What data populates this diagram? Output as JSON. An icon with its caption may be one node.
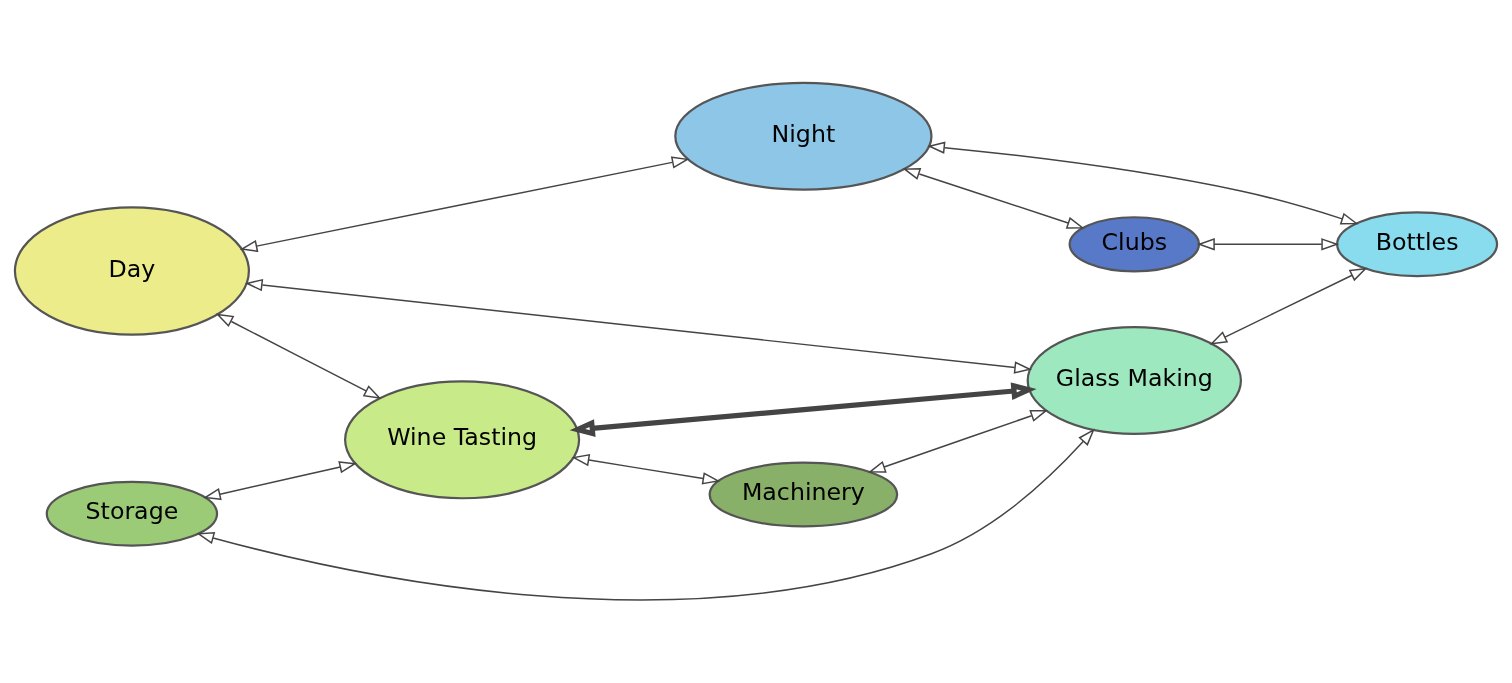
{
  "diagram": {
    "nodes": [
      {
        "text": [
          "Day"
        ]
      },
      {
        "text": [
          "Night"
        ]
      },
      {
        "text": [
          "Storage"
        ]
      },
      {
        "text": [
          "Clubs"
        ]
      },
      {
        "text": [
          "Wine Tasting"
        ]
      },
      {
        "text": [
          "Glass Making"
        ]
      },
      {
        "text": [
          "Bottles"
        ]
      },
      {
        "text": [
          "Machinery"
        ]
      }
    ],
    "edges": [
      {
        "from": 0,
        "to": 1,
        "arrow": "both"
      },
      {
        "from": 0,
        "to": 4,
        "arrow": "both"
      },
      {
        "from": 0,
        "to": 5,
        "arrow": "both"
      },
      {
        "from": 1,
        "to": 3,
        "arrow": "both"
      },
      {
        "from": 1,
        "to": 6,
        "arrow": "both"
      },
      {
        "from": 2,
        "to": 4,
        "arrow": "both"
      },
      {
        "from": 2,
        "to": 5,
        "arrow": "both"
      },
      {
        "from": 3,
        "to": 6,
        "arrow": "both"
      },
      {
        "from": 4,
        "to": 5,
        "arrow": "both",
        "style": "thick"
      },
      {
        "from": 5,
        "to": 6,
        "arrow": "both"
      },
      {
        "from": 4,
        "to": 7,
        "arrow": "both"
      },
      {
        "from": 7,
        "to": 5,
        "arrow": "both"
      }
    ]
  }
}
